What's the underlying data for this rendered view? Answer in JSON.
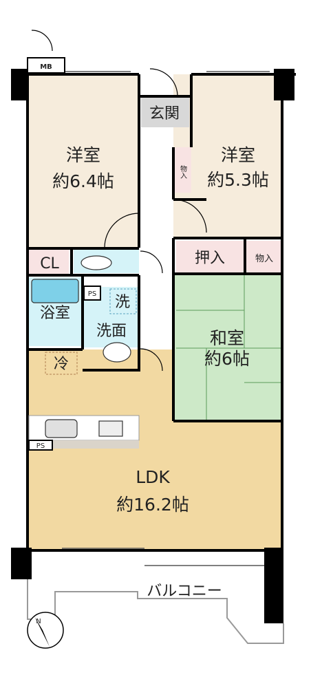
{
  "rooms": {
    "western_left": {
      "name": "洋室",
      "size": "約6.4帖"
    },
    "western_right": {
      "name": "洋室",
      "size": "約5.3帖"
    },
    "japanese": {
      "name": "和室",
      "size": "約6帖"
    },
    "ldk": {
      "name": "LDK",
      "size": "約16.2帖"
    },
    "entrance": "玄関",
    "bath": "浴室",
    "washroom": "洗面",
    "washer": "洗",
    "fridge": "冷",
    "closet": "CL",
    "oshiire": "押入",
    "storage_right": "物入",
    "storage_hall": "物入",
    "balcony": "バルコニー",
    "meter_box": "MB",
    "ps_bath": "PS",
    "ps_kitchen": "PS"
  },
  "compass": {
    "label": "N"
  },
  "colors": {
    "wall": "#000000",
    "western": "#f6ecdc",
    "ldk": "#f2d9a2",
    "japanese": "#cde9c8",
    "wet": "#d5f3f8",
    "closet": "#f8e3e3",
    "floor_hall": "#ffffff",
    "counter": "#dad4ca"
  }
}
